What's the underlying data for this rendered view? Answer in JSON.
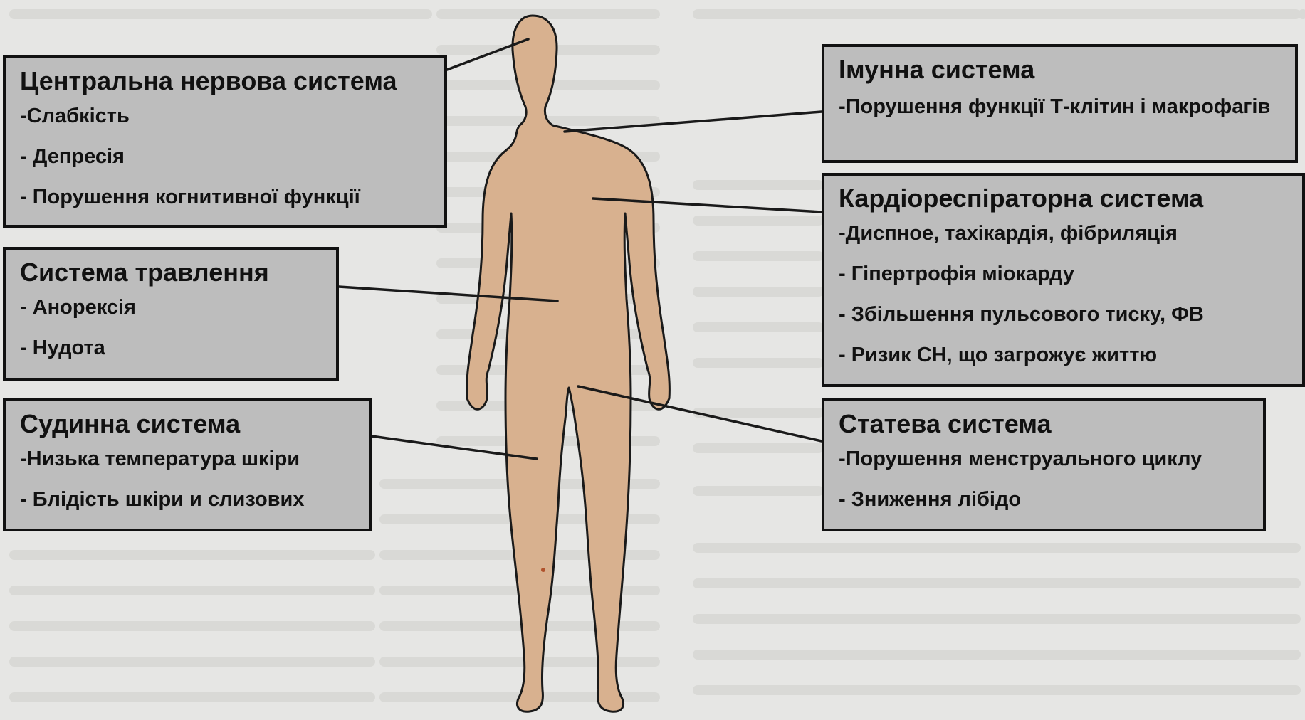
{
  "colors": {
    "background": "#e6e6e4",
    "box_fill": "#bdbdbd",
    "box_border": "#111111",
    "body_fill": "#d8b18f",
    "body_stroke": "#1a1a1a",
    "leader_line": "#1a1a1a"
  },
  "boxes": {
    "cns": {
      "title": "Центральна нервова система",
      "items": [
        "-Слабкість",
        "- Депресія",
        "- Порушення когнитивної функції"
      ]
    },
    "digestive": {
      "title": "Система травлення",
      "items": [
        "- Анорексія",
        "- Нудота"
      ]
    },
    "vascular": {
      "title": "Судинна система",
      "items": [
        "-Низька температура шкіри",
        "- Блідість шкіри и слизових"
      ]
    },
    "immune": {
      "title": "Імунна система",
      "items": [
        "-Порушення функції Т-клітин і макрофагів"
      ]
    },
    "cardio": {
      "title": "Кардіореспіраторна система",
      "items": [
        "-Диспное, тахікардія, фібриляція",
        "- Гіпертрофія міокарду",
        "- Збільшення пульсового тиску, ФВ",
        "- Ризик СН, що загрожує життю"
      ]
    },
    "reproductive": {
      "title": "Статева система",
      "items": [
        "-Порушення менструального циклу",
        "- Зниження лібідо"
      ]
    }
  }
}
